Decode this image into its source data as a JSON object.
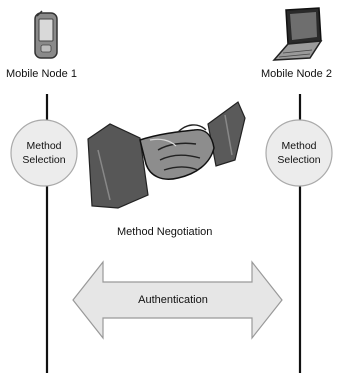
{
  "nodes": [
    {
      "label": "Mobile Node 1",
      "icon": "pda-icon",
      "method_label": [
        "Method",
        "Selection"
      ]
    },
    {
      "label": "Mobile Node 2",
      "icon": "laptop-icon",
      "method_label": [
        "Method",
        "Selection"
      ]
    }
  ],
  "negotiation": {
    "label": "Method Negotiation",
    "icon": "handshake-icon"
  },
  "authentication": {
    "label": "Authentication"
  },
  "colors": {
    "line": "#111111",
    "circle_fill": "#ececec",
    "circle_stroke": "#aaaaaa",
    "arrow_fill": "#e6e6e6",
    "arrow_stroke": "#999999"
  }
}
